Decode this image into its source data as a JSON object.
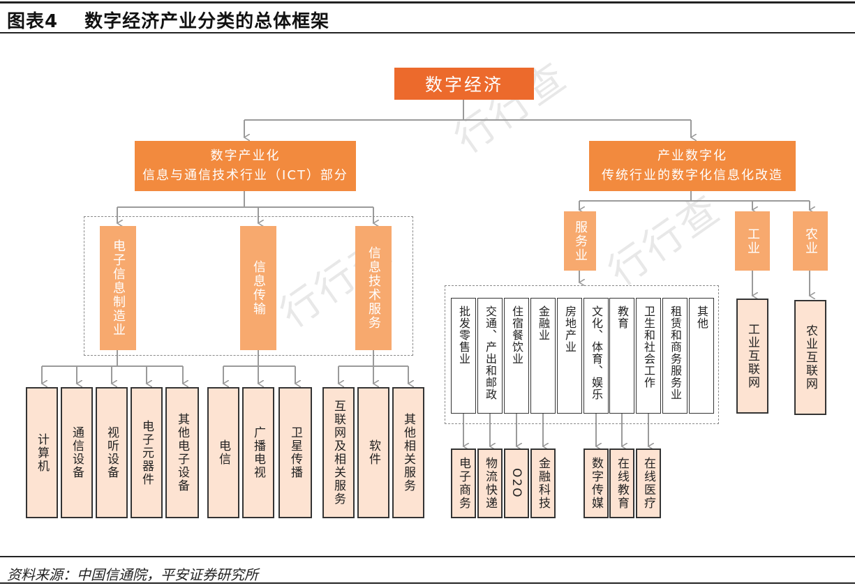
{
  "figure": {
    "label": "图表4",
    "title": "数字经济产业分类的总体框架"
  },
  "source": "资料来源：中国信通院，平安证券研究所",
  "root": "数字经济",
  "left_branch": {
    "line1": "数字产业化",
    "line2": "信息与通信技术行业（ICT）部分",
    "groups": [
      {
        "name": "电子信息制造业",
        "leaves": [
          "计算机",
          "通信设备",
          "视听设备",
          "电子元器件",
          "其他电子设备"
        ]
      },
      {
        "name": "信息传输",
        "leaves": [
          "电信",
          "广播电视",
          "卫星传播"
        ]
      },
      {
        "name": "信息技术服务",
        "leaves": [
          "互联网及相关服务",
          "软件",
          "其他相关服务"
        ]
      }
    ]
  },
  "right_branch": {
    "line1": "产业数字化",
    "line2": "传统行业的数字化信息化改造",
    "service": {
      "name": "服务业",
      "items": [
        "批发零售业",
        "交通、产出和邮政",
        "住宿餐饮业",
        "金融业",
        "房地产业",
        "文化、体育、娱乐",
        "教育",
        "卫生和社会工作",
        "租赁和商务服务业",
        "其他"
      ],
      "digital": [
        "电子商务",
        "物流快递",
        "O2O",
        "金融科技",
        "数字传媒",
        "在线教育",
        "在线医疗"
      ]
    },
    "industry": {
      "name": "工业",
      "leaf": "工业互联网"
    },
    "agriculture": {
      "name": "农业",
      "leaf": "农业互联网"
    }
  },
  "colors": {
    "root": "#ec6a2c",
    "level1": "#f28a3e",
    "level2": "#f7a96e",
    "leaf": "#fde3d2",
    "connector": "#9a9a9a"
  },
  "watermark": "行行查"
}
